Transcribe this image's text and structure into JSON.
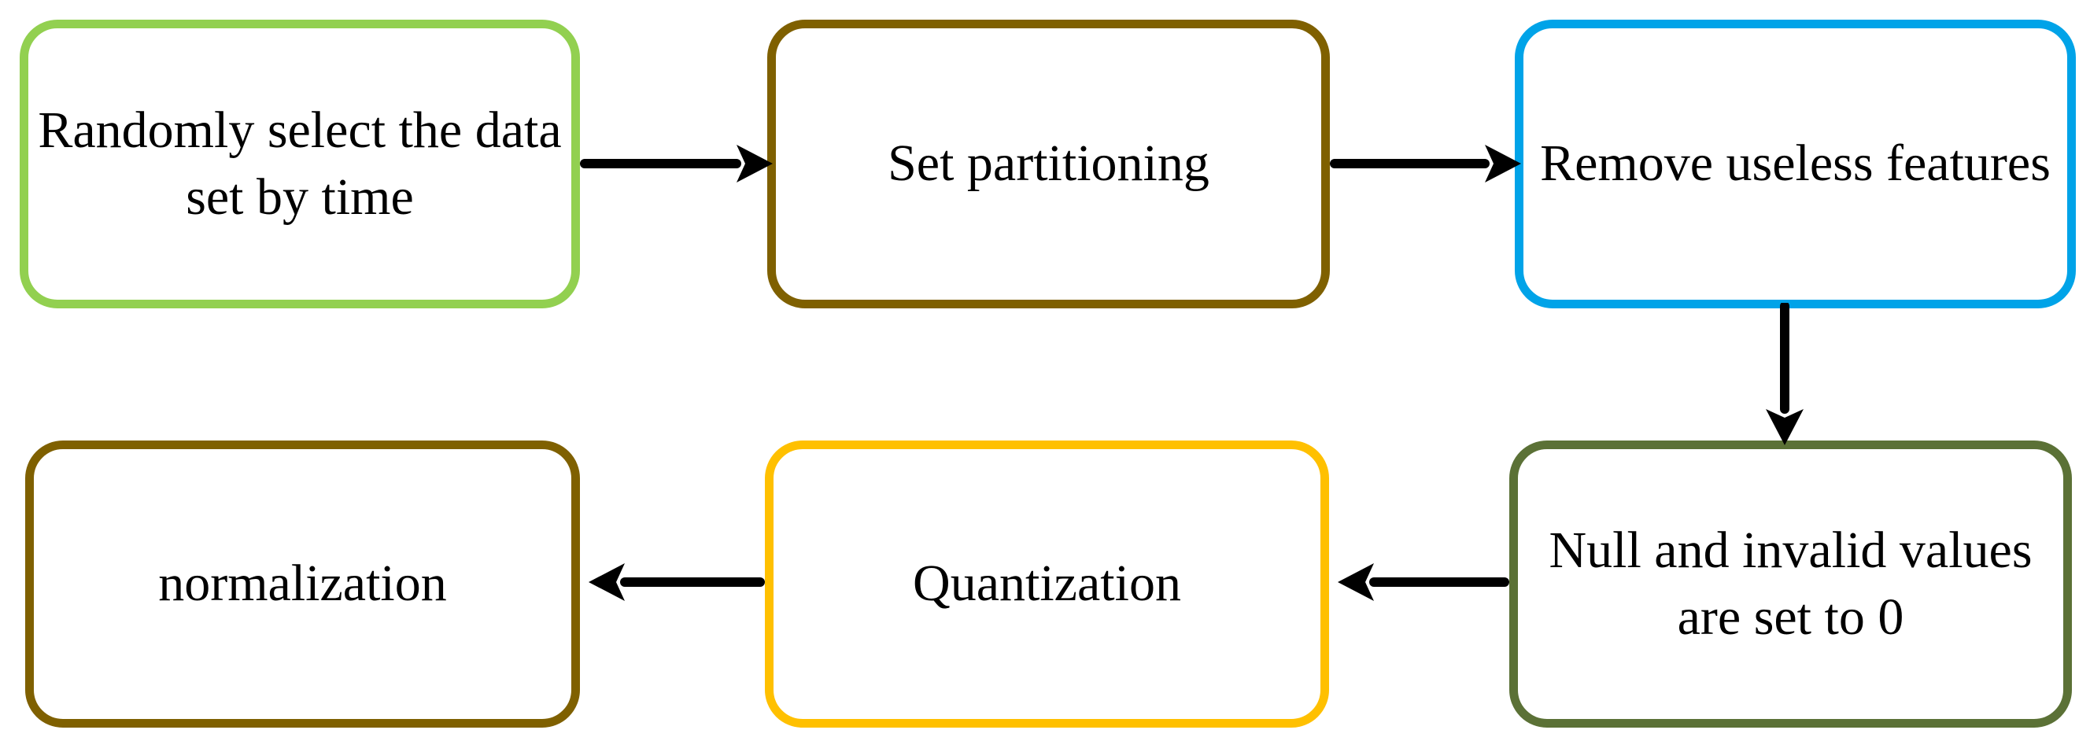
{
  "diagram": {
    "background_color": "#ffffff",
    "arrow_color": "#000000",
    "text_color": "#000000",
    "nodes": [
      {
        "id": "select-data",
        "label": "Randomly select the data set by time",
        "border_color": "#92D050"
      },
      {
        "id": "set-partitioning",
        "label": "Set partitioning",
        "border_color": "#7F6000"
      },
      {
        "id": "remove-features",
        "label": "Remove useless features",
        "border_color": "#00A3E8"
      },
      {
        "id": "null-values",
        "label": "Null and invalid values are set to 0",
        "border_color": "#5B7136"
      },
      {
        "id": "quantization",
        "label": "Quantization",
        "border_color": "#FFC000"
      },
      {
        "id": "normalization",
        "label": "normalization",
        "border_color": "#7F6000"
      }
    ],
    "edges": [
      {
        "from": "select-data",
        "to": "set-partitioning",
        "direction": "right"
      },
      {
        "from": "set-partitioning",
        "to": "remove-features",
        "direction": "right"
      },
      {
        "from": "remove-features",
        "to": "null-values",
        "direction": "down"
      },
      {
        "from": "null-values",
        "to": "quantization",
        "direction": "left"
      },
      {
        "from": "quantization",
        "to": "normalization",
        "direction": "left"
      }
    ]
  }
}
